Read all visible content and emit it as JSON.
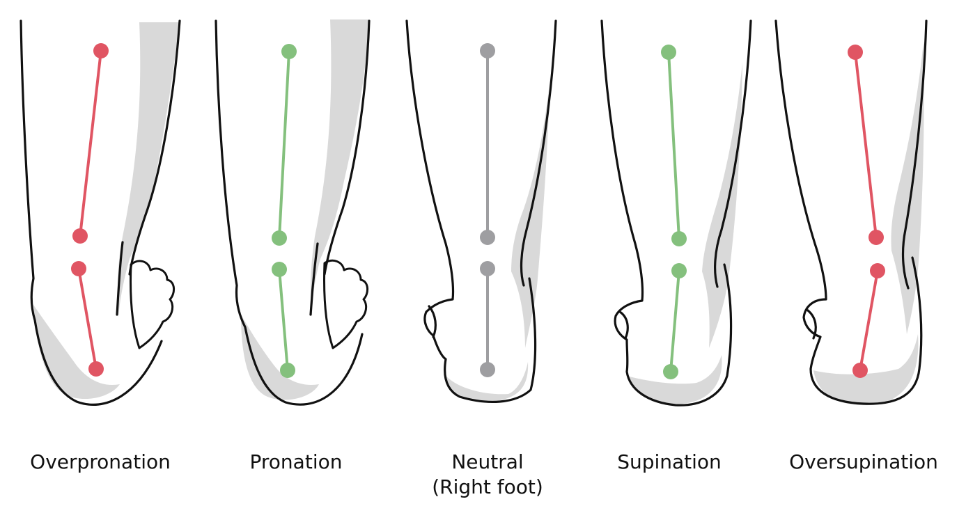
{
  "colors": {
    "over": "#e05563",
    "normal": "#84c07d",
    "neutral": "#9e9ea1",
    "shade": "#d9d9d9",
    "outline": "#111111"
  },
  "panels": [
    {
      "id": "overpronation",
      "lines": [
        "Overpronation"
      ],
      "color_key": "over"
    },
    {
      "id": "pronation",
      "lines": [
        "Pronation"
      ],
      "color_key": "normal"
    },
    {
      "id": "neutral",
      "lines": [
        "Neutral",
        "(Right foot)"
      ],
      "color_key": "neutral"
    },
    {
      "id": "supination",
      "lines": [
        "Supination"
      ],
      "color_key": "normal"
    },
    {
      "id": "oversupination",
      "lines": [
        "Oversupination"
      ],
      "color_key": "over"
    }
  ]
}
